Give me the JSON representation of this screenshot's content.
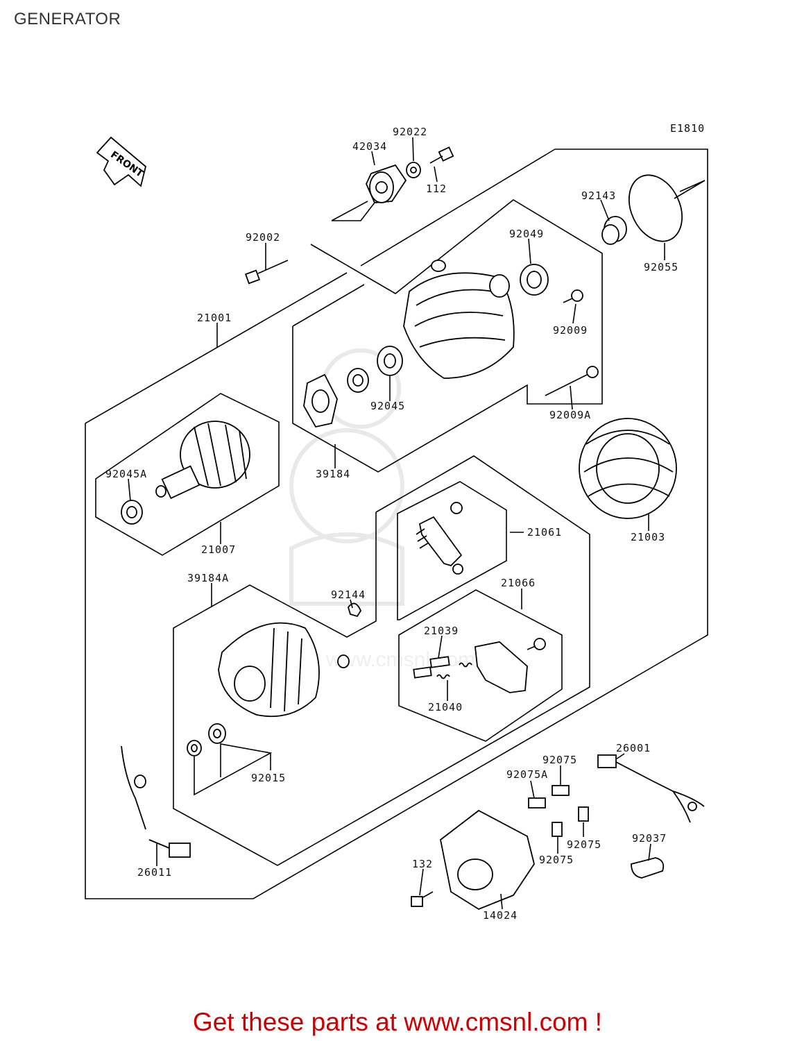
{
  "page_title": "GENERATOR",
  "diagram_code": "E1810",
  "front_label": "FRONT",
  "footer_text": "Get these parts at www.cmsnl.com !",
  "watermark": "www.cmsnl.com",
  "parts": {
    "p42034": "42034",
    "p92022": "92022",
    "p112": "112",
    "p92143": "92143",
    "p92055": "92055",
    "p92002": "92002",
    "p92049": "92049",
    "p92009": "92009",
    "p21001": "21001",
    "p92045": "92045",
    "p92009A": "92009A",
    "p92045A": "92045A",
    "p39184": "39184",
    "p21003": "21003",
    "p21007": "21007",
    "p21061": "21061",
    "p39184A": "39184A",
    "p92144": "92144",
    "p21066": "21066",
    "p21039": "21039",
    "p21040": "21040",
    "p92015": "92015",
    "p26001": "26001",
    "p92075a": "92075",
    "p92075A": "92075A",
    "p92075b": "92075",
    "p92075c": "92075",
    "p92037": "92037",
    "p132": "132",
    "p26011": "26011",
    "p14024": "14024"
  },
  "colors": {
    "footer": "#cc0000",
    "line": "#000000",
    "watermark": "#d9d9d9"
  }
}
